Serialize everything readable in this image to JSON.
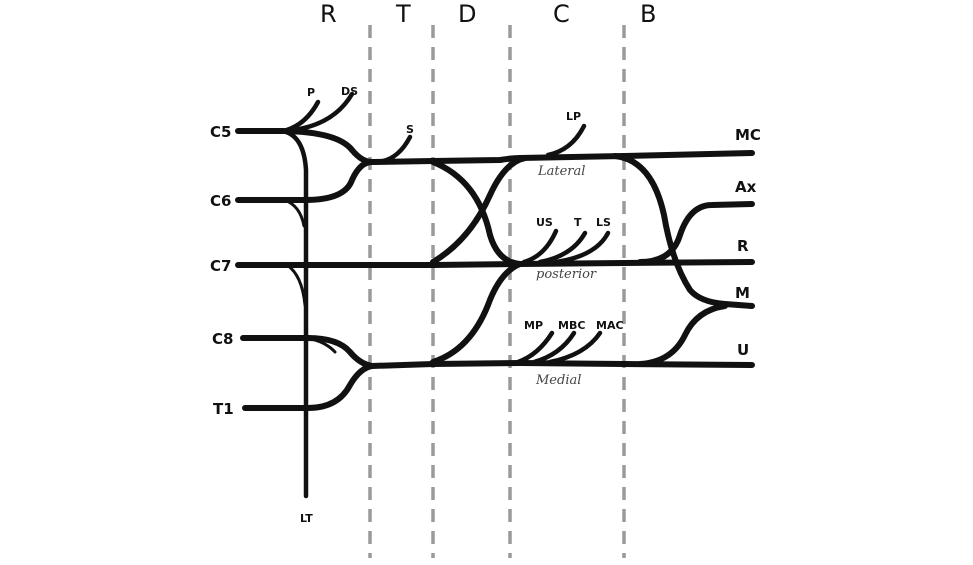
{
  "sections": [
    "R",
    "T",
    "D",
    "C",
    "B"
  ],
  "roots": [
    "C5",
    "C6",
    "C7",
    "C8",
    "T1"
  ],
  "root_branches": {
    "p": "P",
    "ds": "DS",
    "lt": "LT"
  },
  "trunk_branch": "S",
  "lateral_branch": "LP",
  "posterior_branches": [
    "US",
    "T",
    "LS"
  ],
  "medial_branches": [
    "MP",
    "MBC",
    "MAC"
  ],
  "cords": {
    "lateral": "Lateral",
    "posterior": "posterior",
    "medial": "Medial"
  },
  "outputs": [
    "MC",
    "Ax",
    "R",
    "M",
    "U"
  ],
  "colors": {
    "ink": "#111111",
    "divider": "#9a9a9a",
    "cord_label": "#444444"
  }
}
